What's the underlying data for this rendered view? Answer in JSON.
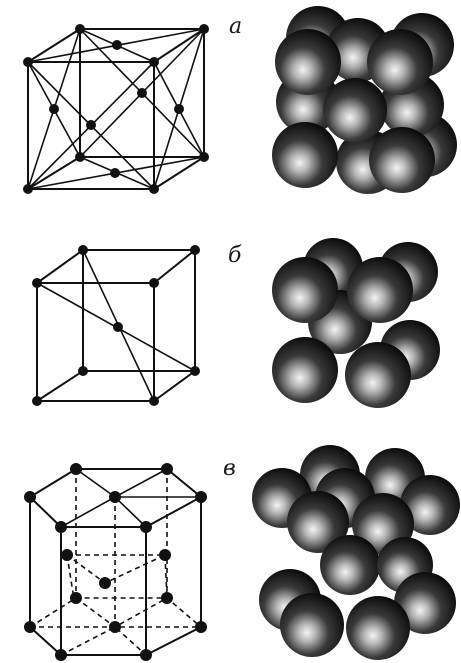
{
  "figure": {
    "panels": [
      {
        "label": "а",
        "lattice": "fcc",
        "lattice_icon": "face-centered-cubic-lattice-icon",
        "model_icon": "fcc-sphere-packing-icon"
      },
      {
        "label": "б",
        "lattice": "bcc",
        "lattice_icon": "body-centered-cubic-lattice-icon",
        "model_icon": "bcc-sphere-packing-icon"
      },
      {
        "label": "в",
        "lattice": "hcp",
        "lattice_icon": "hexagonal-close-packed-lattice-icon",
        "model_icon": "hcp-sphere-packing-icon"
      }
    ],
    "colors": {
      "ink": "#111111",
      "sphere_dark": "#151515",
      "sphere_highlight": "#e8e8e8"
    }
  }
}
